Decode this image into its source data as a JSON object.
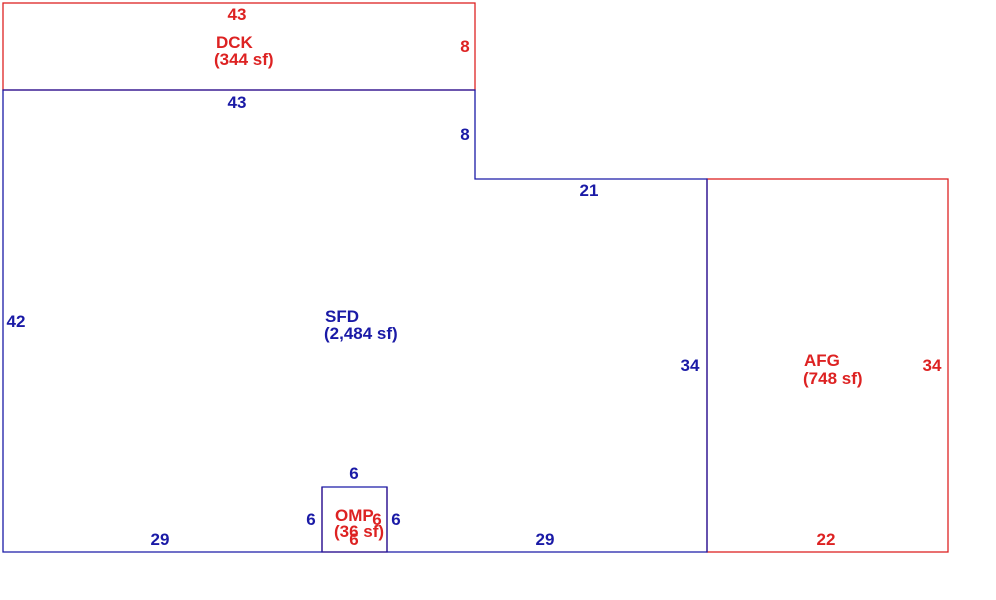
{
  "colors": {
    "living": "#1a1aa6",
    "other": "#dd2222"
  },
  "areas": {
    "dck": {
      "code": "DCK",
      "area": "(344 sf)"
    },
    "sfd": {
      "code": "SFD",
      "area": "(2,484 sf)"
    },
    "afg": {
      "code": "AFG",
      "area": "(748 sf)"
    },
    "omp": {
      "code": "OMP",
      "area": "(36 sf)"
    }
  },
  "dims": {
    "dck_top": "43",
    "dck_right": "8",
    "sfd_top": "43",
    "sfd_step": "8",
    "sfd_step_top": "21",
    "sfd_left": "42",
    "sfd_right": "34",
    "sfd_bottom_left": "29",
    "sfd_bottom_right": "29",
    "afg_right": "34",
    "afg_bottom": "22",
    "omp_top": "6",
    "omp_left": "6",
    "omp_right": "6",
    "omp_inner_right": "6",
    "omp_bottom": "6"
  }
}
